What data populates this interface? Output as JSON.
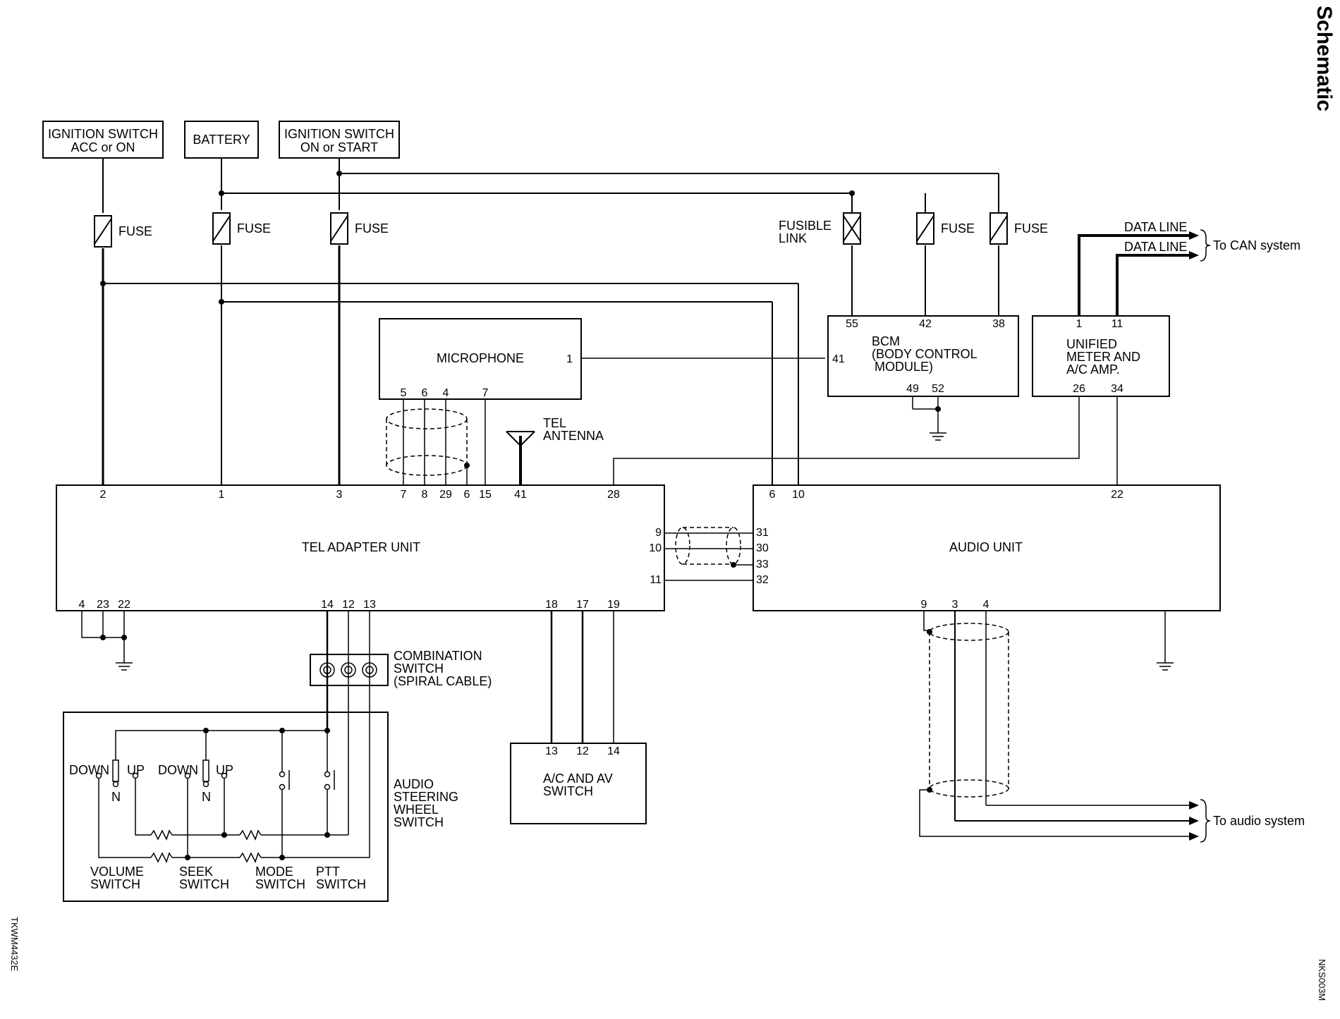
{
  "header": {
    "title": "Schematic"
  },
  "sources": {
    "ign_acc": [
      "IGNITION SWITCH",
      "ACC or ON"
    ],
    "battery": "BATTERY",
    "ign_on": [
      "IGNITION SWITCH",
      "ON or START"
    ]
  },
  "fuse_label": "FUSE",
  "fusible_link": [
    "FUSIBLE",
    "LINK"
  ],
  "microphone": {
    "name": "MICROPHONE",
    "pins": [
      "1",
      "5",
      "6",
      "4",
      "7"
    ]
  },
  "tel_antenna": [
    "TEL",
    "ANTENNA"
  ],
  "bcm": {
    "name": [
      "BCM",
      "(BODY CONTROL",
      "MODULE)"
    ],
    "pins": [
      "55",
      "42",
      "38",
      "41",
      "49",
      "52"
    ]
  },
  "meter": {
    "name": [
      "UNIFIED",
      "METER AND",
      "A/C AMP."
    ],
    "pins": [
      "1",
      "11",
      "26",
      "34"
    ]
  },
  "data_line": [
    "DATA LINE",
    "DATA LINE"
  ],
  "to_can": "To CAN system",
  "tel_adapter": {
    "name": "TEL ADAPTER UNIT",
    "top_pins": [
      "2",
      "1",
      "3",
      "7",
      "8",
      "29",
      "6",
      "15",
      "41",
      "28"
    ],
    "right_pins": [
      "9",
      "10",
      "11"
    ],
    "bottom_pins": [
      "4",
      "23",
      "22",
      "14",
      "12",
      "13",
      "18",
      "17",
      "19"
    ]
  },
  "audio_unit": {
    "name": "AUDIO UNIT",
    "top_pins": [
      "6",
      "10",
      "22"
    ],
    "left_pins": [
      "31",
      "30",
      "33",
      "32"
    ],
    "bottom_pins": [
      "9",
      "3",
      "4"
    ]
  },
  "combination_switch": [
    "COMBINATION",
    "SWITCH",
    "(SPIRAL CABLE)"
  ],
  "steering_switch": {
    "label": [
      "AUDIO",
      "STEERING",
      "WHEEL",
      "SWITCH"
    ],
    "volume": [
      "VOLUME",
      "SWITCH"
    ],
    "seek": [
      "SEEK",
      "SWITCH"
    ],
    "mode": [
      "MODE",
      "SWITCH"
    ],
    "ptt": [
      "PTT",
      "SWITCH"
    ],
    "down": "DOWN",
    "up": "UP",
    "n": "N"
  },
  "ac_av_switch": {
    "name": [
      "A/C AND AV",
      "SWITCH"
    ],
    "pins": [
      "13",
      "12",
      "14"
    ]
  },
  "to_audio": "To audio system",
  "code_left": "TKWM4432E",
  "code_right": "NKS003M"
}
